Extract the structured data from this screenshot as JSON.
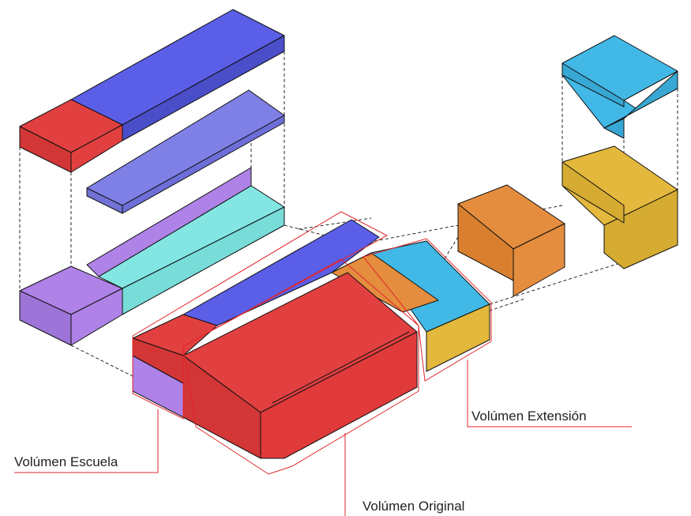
{
  "labels": {
    "escuela": "Volúmen Escuela",
    "original": "Volúmen Original",
    "extension": "Volúmen Extensión"
  },
  "colors": {
    "red": "#e24040",
    "blue": "#5b5ee6",
    "lavender": "#7f80e6",
    "purple": "#ae82e6",
    "cyan": "#84e6e3",
    "orange": "#e48d3e",
    "sky": "#42b8e6",
    "gold": "#e3b83d",
    "leader": "#e2262b"
  }
}
